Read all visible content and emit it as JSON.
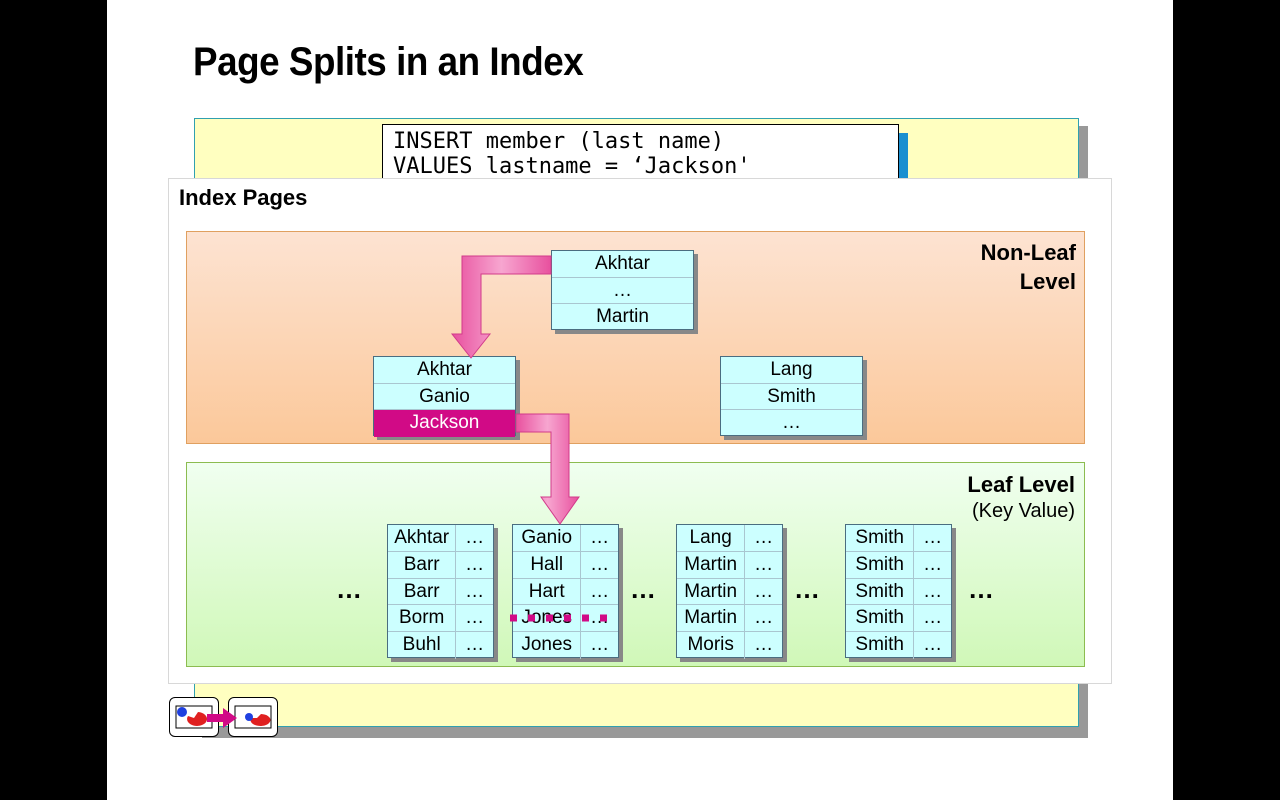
{
  "title": "Page Splits in an Index",
  "sql": {
    "line1": "INSERT member (last name)",
    "line2": "VALUES lastname = ‘Jackson'"
  },
  "panel_title": "Index Pages",
  "nonleaf": {
    "label_line1": "Non-Leaf",
    "label_line2": "Level",
    "root": [
      "Akhtar",
      "…",
      "Martin"
    ],
    "left_child": [
      "Akhtar",
      "Ganio",
      "Jackson"
    ],
    "right_child": [
      "Lang",
      "Smith",
      "…"
    ],
    "highlight": "Jackson"
  },
  "leaf": {
    "label_line1": "Leaf Level",
    "label_line2": "(Key Value)",
    "ellipsis": "…",
    "pages": [
      {
        "keys": [
          "Akhtar",
          "Barr",
          "Barr",
          "Borm",
          "Buhl"
        ],
        "vals": [
          "…",
          "…",
          "…",
          "…",
          "…"
        ]
      },
      {
        "keys": [
          "Ganio",
          "Hall",
          "Hart",
          "Jones",
          "Jones"
        ],
        "vals": [
          "…",
          "…",
          "…",
          "…",
          "…"
        ]
      },
      {
        "keys": [
          "Lang",
          "Martin",
          "Martin",
          "Martin",
          "Moris"
        ],
        "vals": [
          "…",
          "…",
          "…",
          "…",
          "…"
        ]
      },
      {
        "keys": [
          "Smith",
          "Smith",
          "Smith",
          "Smith",
          "Smith"
        ],
        "vals": [
          "…",
          "…",
          "…",
          "…",
          "…"
        ]
      }
    ]
  },
  "colors": {
    "highlight": "#d10a86",
    "arrow": "#e040a0",
    "cell_fill": "#ccffff"
  },
  "icons": [
    "pie-chart-icon",
    "arrow-right-icon",
    "pie-chart-icon"
  ]
}
